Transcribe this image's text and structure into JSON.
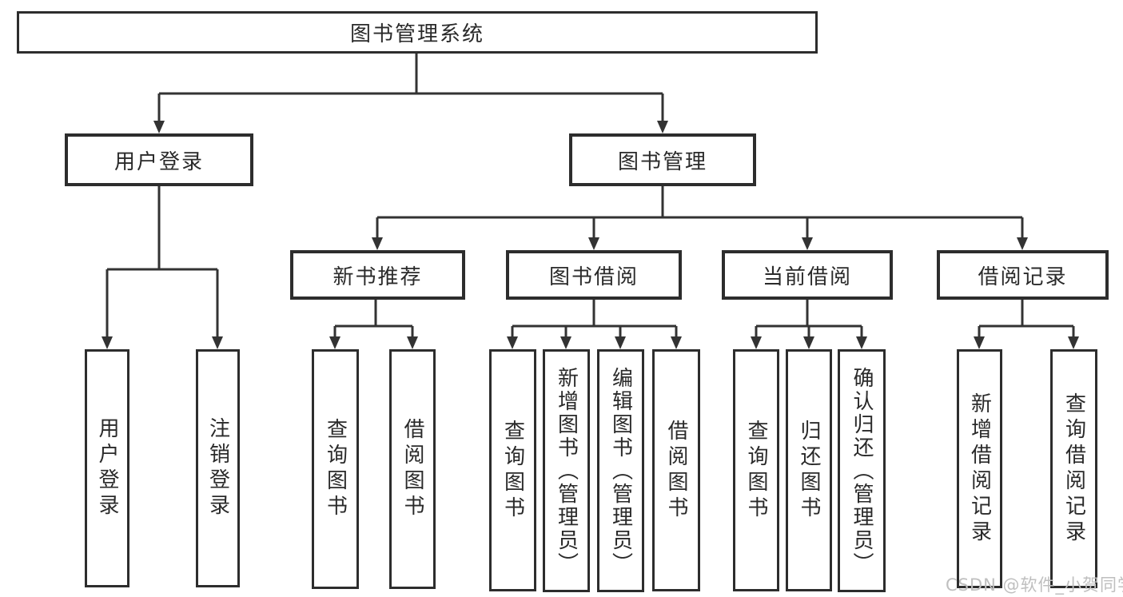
{
  "tree": {
    "root": "图书管理系统",
    "branches": [
      {
        "label": "用户登录",
        "children": [
          "用户登录",
          "注销登录"
        ]
      },
      {
        "label": "图书管理",
        "sections": [
          {
            "label": "新书推荐",
            "children": [
              "查询图书",
              "借阅图书"
            ]
          },
          {
            "label": "图书借阅",
            "children": [
              "查询图书",
              "新增图书（管理员）",
              "编辑图书（管理员）",
              "借阅图书"
            ]
          },
          {
            "label": "当前借阅",
            "children": [
              "查询图书",
              "归还图书",
              "确认归还（管理员）"
            ]
          },
          {
            "label": "借阅记录",
            "children": [
              "新增借阅记录",
              "查询借阅记录"
            ]
          }
        ]
      }
    ]
  },
  "watermark": "CSDN @软件_小贺同学",
  "colors": {
    "line": "#333333",
    "border": "#2d2d2d",
    "text": "#2a2a2a",
    "watermark": "#bfbfbf",
    "background": "#ffffff"
  }
}
